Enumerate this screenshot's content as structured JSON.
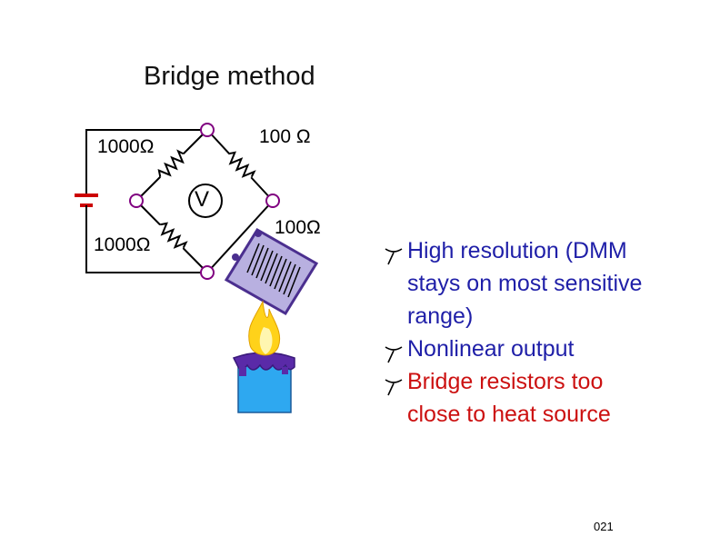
{
  "title": "Bridge method",
  "resistors": {
    "top_left": "1000",
    "bottom_left": "1000",
    "top_right": "100",
    "sensor": "100"
  },
  "ohm_symbol": "Ω",
  "meter_label": "V",
  "bullets": [
    {
      "lines": [
        "High resolution (DMM",
        "stays on most sensitive",
        "range)"
      ],
      "color": "#1f1fa8"
    },
    {
      "lines": [
        "Nonlinear output"
      ],
      "color": "#1f1fa8"
    },
    {
      "lines": [
        "Bridge resistors too",
        "close to heat source"
      ],
      "color": "#cc1111"
    }
  ],
  "slide_number": "021",
  "colors": {
    "wire": "#000000",
    "node": "#800080",
    "sensor_fill": "#b8b0e0",
    "sensor_border": "#4b2f8f",
    "candle": "#2ea8f0",
    "wax": "#5a2aa8",
    "flame": "#ffd21a"
  }
}
